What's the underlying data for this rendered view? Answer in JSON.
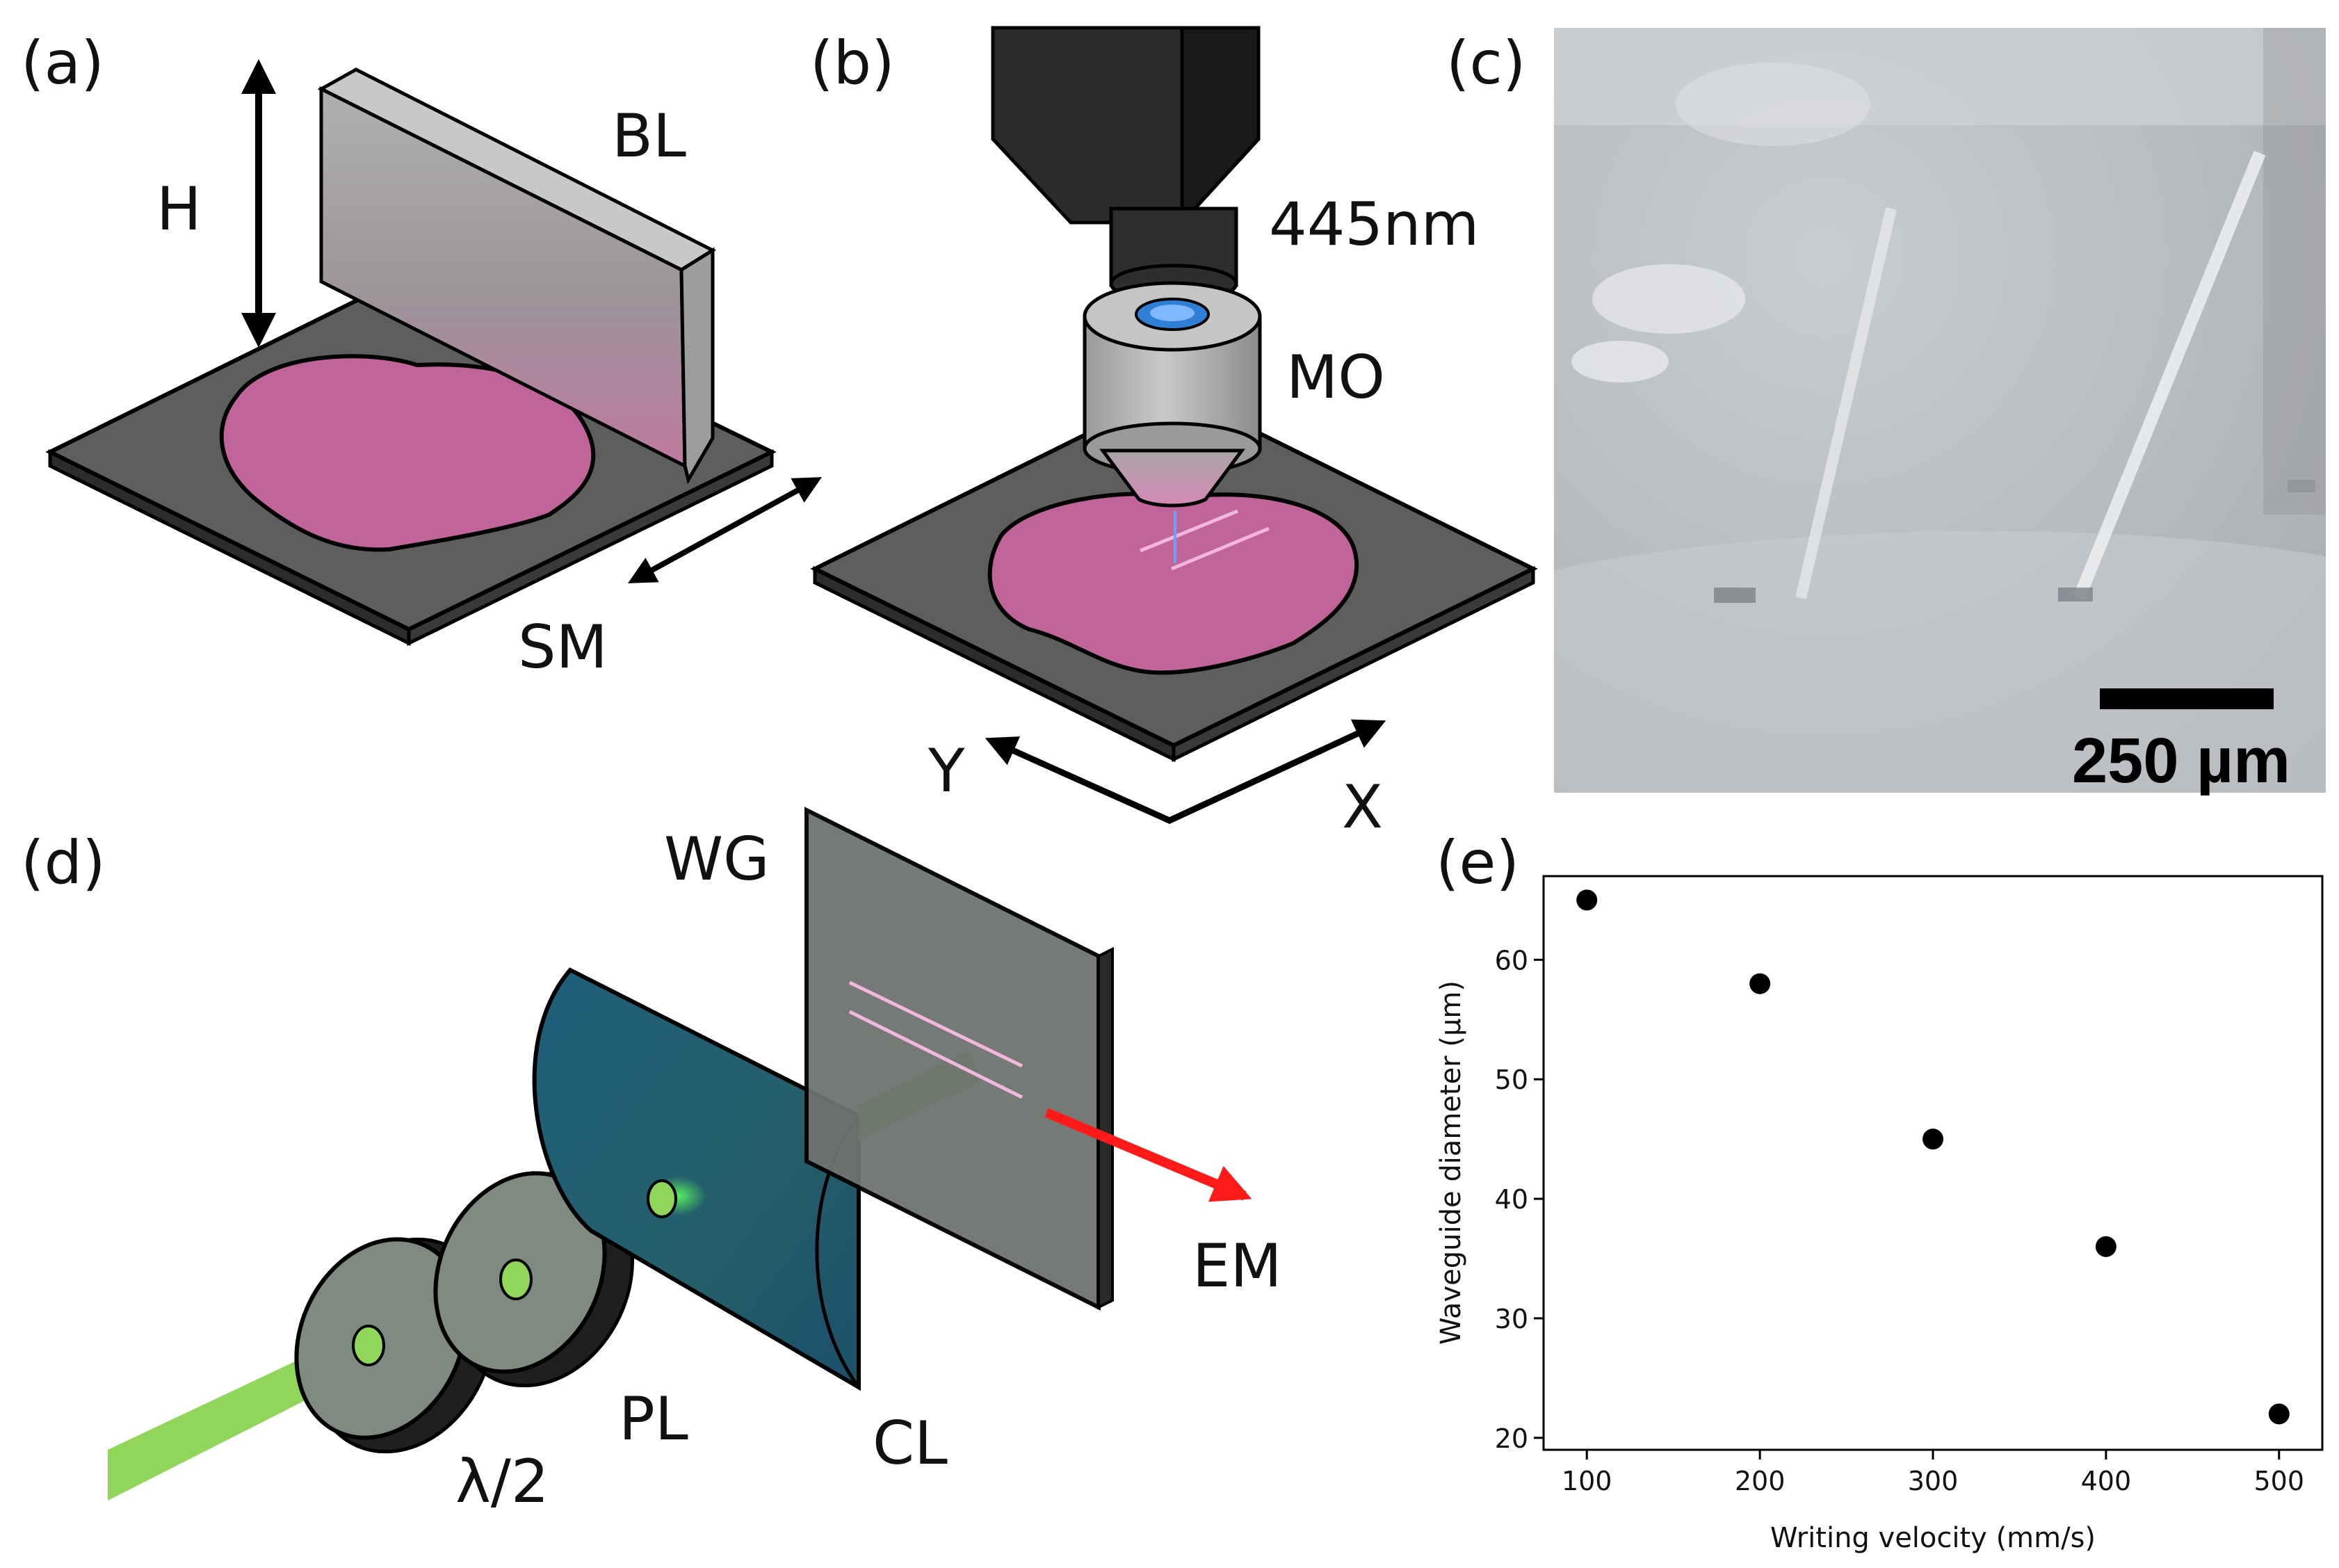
{
  "panels": {
    "a": {
      "tag": "(a)",
      "labels": {
        "blade": "BL",
        "height": "H",
        "substrate_motion": "SM"
      }
    },
    "b": {
      "tag": "(b)",
      "labels": {
        "wavelength": "445nm",
        "objective": "MO",
        "y": "Y",
        "x": "X"
      }
    },
    "c": {
      "tag": "(c)",
      "scale_bar": "250 µm"
    },
    "d": {
      "tag": "(d)",
      "labels": {
        "waveguide": "WG",
        "half_wave_plate": "λ/2",
        "polarizer": "PL",
        "cylindrical_lens": "CL",
        "emission": "EM"
      }
    },
    "e": {
      "tag": "(e)"
    }
  },
  "colors": {
    "pink_film": "#c0649a",
    "substrate": "#5e5e5e",
    "laser_green": "#8fd65a",
    "objective_blue": "#2f7fd6",
    "emission_red": "#ff1a1a",
    "lens_teal": "#1f5f7a"
  },
  "chart_data": {
    "type": "scatter",
    "xlabel": "Writing velocity (mm/s)",
    "ylabel": "Waveguide diameter (µm)",
    "x": [
      100,
      200,
      300,
      400,
      500
    ],
    "y": [
      65,
      58,
      45,
      36,
      22
    ],
    "xlim": [
      75,
      525
    ],
    "ylim": [
      19,
      67
    ],
    "xticks": [
      100,
      200,
      300,
      400,
      500
    ],
    "yticks": [
      20,
      30,
      40,
      50,
      60
    ],
    "marker_color": "#000000",
    "grid": false
  }
}
